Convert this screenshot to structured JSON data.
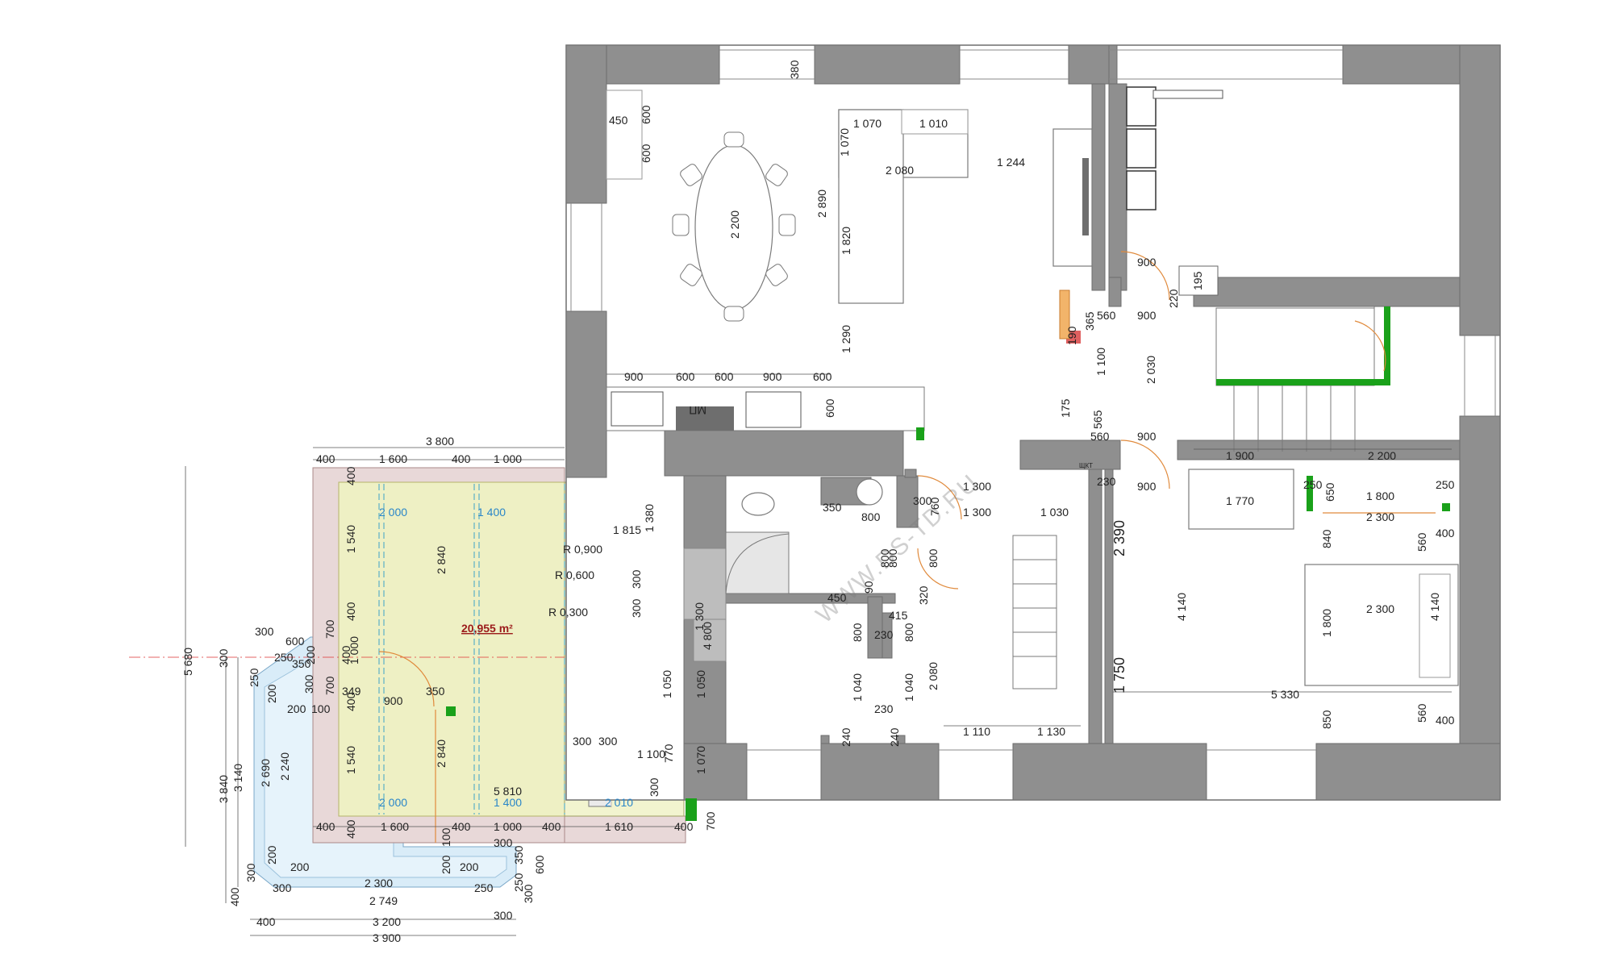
{
  "watermark": "WWW.DS-TD.RU",
  "area_label": "20,955 m²",
  "colors": {
    "wall": "#8f8f8f",
    "terrace_fill": "#eef0c4",
    "roof_fill": "#e8d8d8",
    "blue_fill": "#d9ecf8",
    "green_marker": "#1aa11a",
    "door_orange": "#e08a3c",
    "dim_blue": "#2a86c8"
  },
  "labels": {
    "mp": "МП",
    "shk": "ЩКТ",
    "ylabel": "2 390",
    "ylabel2": "1 750"
  },
  "dims": {
    "d380": "380",
    "d450": "450",
    "d600a": "600",
    "d600b": "600",
    "d1070a": "1 070",
    "d1010": "1 010",
    "d1070b": "1 070",
    "d2080a": "2 080",
    "d1244": "1 244",
    "d2200a": "2 200",
    "d2890": "2 890",
    "d1820": "1 820",
    "d1290": "1 290",
    "d900a": "900",
    "d600c": "600",
    "d600d": "600",
    "d900b": "900",
    "d600e": "600",
    "d600f": "600",
    "d900c": "900",
    "d195": "195",
    "d220": "220",
    "d365": "365",
    "d560a": "560",
    "d900d": "900",
    "d190": "190",
    "d1100": "1 100",
    "d2030": "2 030",
    "d175": "175",
    "d565": "565",
    "d560b": "560",
    "d900e": "900",
    "d1900": "1 900",
    "d2200b": "2 200",
    "d230a": "230",
    "d900f": "900",
    "d1770": "1 770",
    "d250a": "250",
    "d650": "650",
    "d1800a": "1 800",
    "d250b": "250",
    "d2300a": "2 300",
    "d1300a": "1 300",
    "d1300b": "1 300",
    "d1030": "1 030",
    "d350a": "350",
    "d800a": "800",
    "d300a": "300",
    "d760": "760",
    "d840": "840",
    "d560c": "560",
    "d400a": "400",
    "d800b": "800",
    "d800c": "800",
    "d800d": "800",
    "d90": "90",
    "d450b": "450",
    "d320": "320",
    "d415": "415",
    "d230b": "230",
    "d800e": "800",
    "d800f": "800",
    "d1300c": "1 300",
    "d1800v": "1 800",
    "d4800": "4 800",
    "d2080b": "2 080",
    "d4140a": "4 140",
    "d2300b": "2 300",
    "d4140b": "4 140",
    "d1040a": "1 040",
    "d1040b": "1 040",
    "d230c": "230",
    "d5330": "5 330",
    "d850": "850",
    "d560d": "560",
    "d400b": "400",
    "d240a": "240",
    "d240b": "240",
    "d1110": "1 110",
    "d1130": "1 130",
    "d3800": "3 800",
    "d400c": "400",
    "d1600a": "1 600",
    "d400d": "400",
    "d1000a": "1 000",
    "d400e": "400",
    "d2000a": "2 000",
    "d1400a": "1 400",
    "d1815": "1 815",
    "d1380": "1 380",
    "d1540a": "1 540",
    "d2840a": "2 840",
    "r0900": "R 0,900",
    "r0600": "R 0,600",
    "r0300": "R 0,300",
    "d300b": "300",
    "d300c": "300",
    "d400f": "400",
    "d700a": "700",
    "d1000b": "1 000",
    "d400g": "400",
    "d700b": "700",
    "d349": "349",
    "d350b": "350",
    "d900g": "900",
    "d400h": "400",
    "d1050a": "1 050",
    "d1050b": "1 050",
    "d300d": "300",
    "d300e": "300",
    "d1100b": "1 100",
    "d770": "770",
    "d1070c": "1 070",
    "d1540b": "1 540",
    "d2840b": "2 840",
    "d2000b": "2 000",
    "d1400b": "1 400",
    "d2010": "2 010",
    "d5810": "5 810",
    "d300f": "300",
    "d400i": "400",
    "d400j": "400",
    "d1600b": "1 600",
    "d400k": "400",
    "d1000c": "1 000",
    "d400l": "400",
    "d1610": "1 610",
    "d400m": "400",
    "d700c": "700",
    "d5680": "5 680",
    "d300g": "300",
    "d600g": "600",
    "d250c": "250",
    "d350c": "350",
    "d200a": "200",
    "d300h": "300",
    "d250d": "250",
    "d200b": "200",
    "d100a": "100",
    "d3840": "3 840",
    "d3140": "3 140",
    "d2690": "2 690",
    "d2240": "2 240",
    "d300i": "300",
    "d100b": "100",
    "d200c": "200",
    "d300j": "300",
    "d350d": "350",
    "d200d": "200",
    "d200e": "200",
    "d200f": "200",
    "d600h": "600",
    "d250e": "250",
    "d2300c": "2 300",
    "d300k": "300",
    "d2749": "2 749",
    "d250f": "250",
    "d300l": "300",
    "d300m": "300",
    "d400n": "400",
    "d400o": "400",
    "d3200": "3 200",
    "d3900": "3 900",
    "d400p": "400"
  }
}
